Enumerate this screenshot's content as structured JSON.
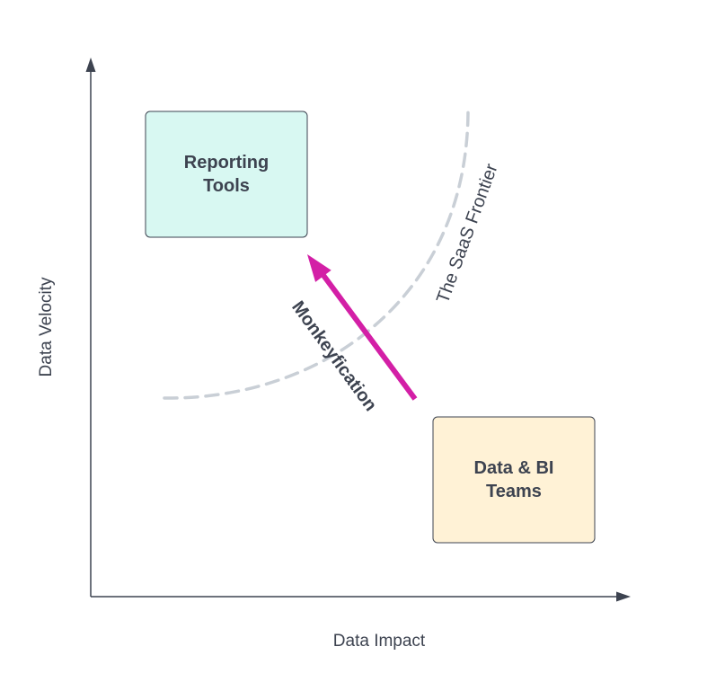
{
  "axes": {
    "x_label": "Data Impact",
    "y_label": "Data Velocity"
  },
  "boxes": {
    "reporting_tools": {
      "line1": "Reporting",
      "line2": "Tools",
      "fill": "#d8f8f2"
    },
    "data_bi_teams": {
      "line1": "Data & BI",
      "line2": "Teams",
      "fill": "#fff2d6"
    }
  },
  "frontier": {
    "label": "The SaaS Frontier",
    "color": "#c9cfd6"
  },
  "arrow": {
    "label": "Monkeyfication",
    "color": "#d31fa6"
  },
  "colors": {
    "axis": "#3d4350",
    "text": "#3d4350",
    "box_border": "#3d4350"
  }
}
